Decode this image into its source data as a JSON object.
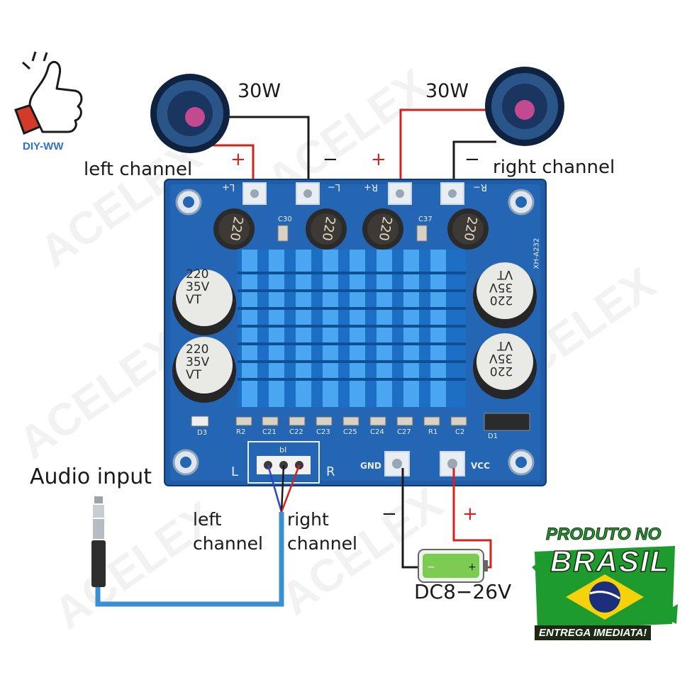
{
  "watermark": "ACELEX",
  "logo": {
    "brand": "DIY-WW"
  },
  "speakers": {
    "left": {
      "power": "30W",
      "label": "left channel",
      "plus": "+",
      "minus": "−"
    },
    "right": {
      "power": "30W",
      "label": "right channel",
      "plus": "+",
      "minus": "−"
    }
  },
  "board": {
    "model": "XH-A232",
    "terminals": [
      "L+",
      "L−",
      "R+",
      "R−"
    ],
    "inductor_marking": "220",
    "capacitor_marking": [
      "220",
      "35V",
      "VT"
    ],
    "smd_labels": [
      "R2",
      "C21",
      "C22",
      "C23",
      "C25",
      "C24",
      "C27",
      "R1",
      "C2"
    ],
    "top_labels": [
      "C30",
      "C37"
    ],
    "diode_labels": [
      "D3",
      "D1"
    ],
    "audio_header": {
      "left": "L",
      "right": "R",
      "mid": "bI"
    },
    "power_labels": {
      "gnd": "GND",
      "vcc": "VCC"
    }
  },
  "audio_input": {
    "title": "Audio input",
    "left_channel": [
      "left",
      "channel"
    ],
    "right_channel": [
      "right",
      "channel"
    ]
  },
  "power_supply": {
    "minus": "−",
    "plus": "+",
    "voltage": "DC8−26V"
  },
  "badge": {
    "line1": "PRODUTO NO",
    "line2": "BRASIL",
    "line3": "ENTREGA IMEDIATA!",
    "colors": {
      "green": "#1e9b2e",
      "yellow": "#f5d20a",
      "blue": "#1b2f7a",
      "dark": "#1c2a14"
    }
  },
  "colors": {
    "pcb": "#1f5da8",
    "heatsink": "#2f8fe6",
    "wire_red": "#d4231a",
    "wire_blue": "#3a8fd0"
  }
}
